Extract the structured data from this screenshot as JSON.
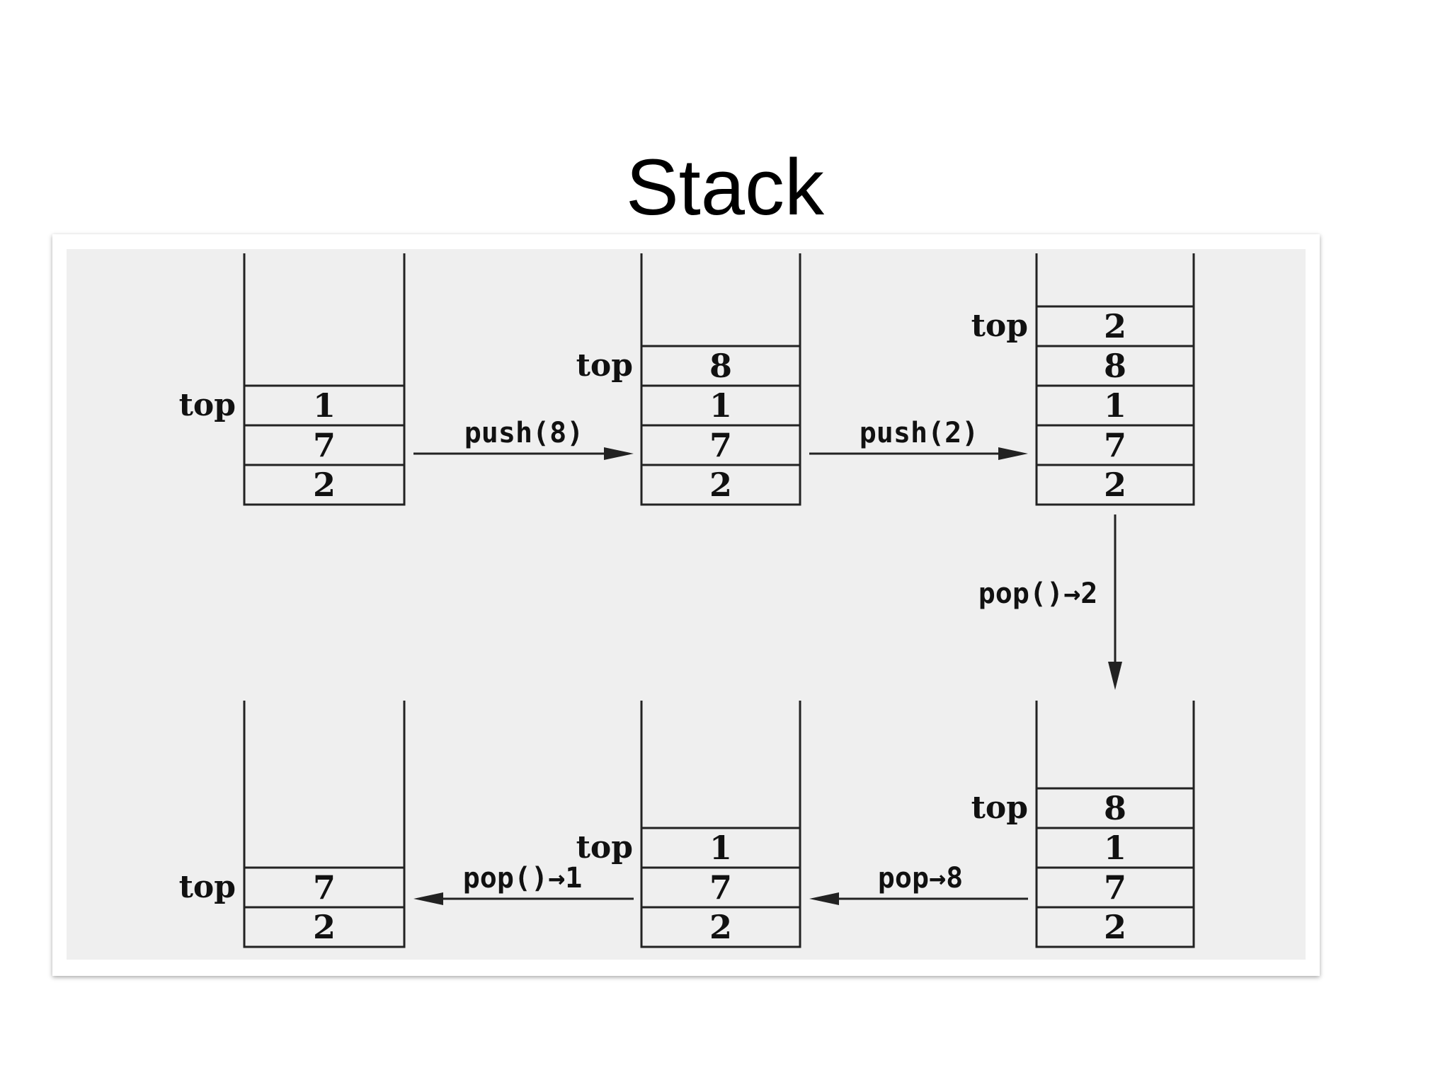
{
  "slide": {
    "title": "Stack"
  },
  "diagram": {
    "top_label": "top",
    "stacks": [
      {
        "name": "stack-1",
        "values": [
          "1",
          "7",
          "2"
        ]
      },
      {
        "name": "stack-2",
        "values": [
          "8",
          "1",
          "7",
          "2"
        ]
      },
      {
        "name": "stack-3",
        "values": [
          "2",
          "8",
          "1",
          "7",
          "2"
        ]
      },
      {
        "name": "stack-4",
        "values": [
          "8",
          "1",
          "7",
          "2"
        ]
      },
      {
        "name": "stack-5",
        "values": [
          "1",
          "7",
          "2"
        ]
      },
      {
        "name": "stack-6",
        "values": [
          "7",
          "2"
        ]
      }
    ],
    "operations": [
      {
        "name": "push-8",
        "label": "push(8)"
      },
      {
        "name": "push-2",
        "label": "push(2)"
      },
      {
        "name": "pop-2",
        "label": "pop()→2"
      },
      {
        "name": "pop-8",
        "label": "pop→8"
      },
      {
        "name": "pop-1",
        "label": "pop()→1"
      }
    ]
  }
}
